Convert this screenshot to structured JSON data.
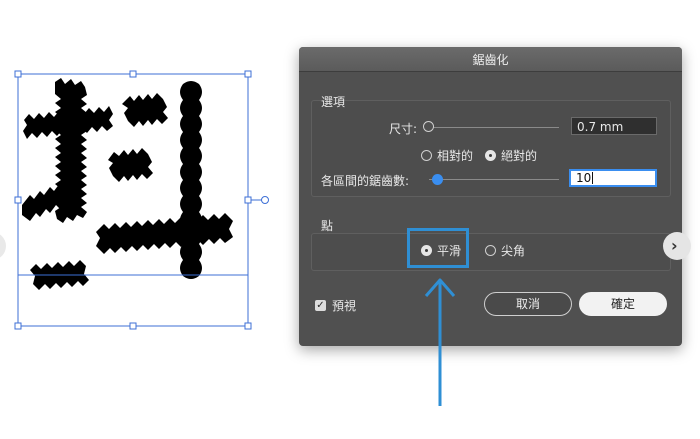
{
  "dialog": {
    "title": "鋸齒化",
    "options_group": {
      "label": "選項",
      "size_label": "尺寸:",
      "size_value": "0.7 mm",
      "relative_label": "相對的",
      "absolute_label": "絕對的",
      "absolute_selected": true,
      "ridges_label": "各區間的鋸齒數:",
      "ridges_value": "10"
    },
    "points_group": {
      "label": "點",
      "smooth_label": "平滑",
      "corner_label": "尖角",
      "smooth_selected": true
    },
    "preview_label": "預視",
    "preview_checked": true,
    "cancel_label": "取消",
    "ok_label": "確定"
  },
  "colors": {
    "dialog_bg": "#505050",
    "accent_blue": "#3a8ef0",
    "annotation_blue": "#2f8fd4"
  },
  "icons": {
    "next": "chevron-right-icon",
    "check": "checkmark-icon"
  }
}
